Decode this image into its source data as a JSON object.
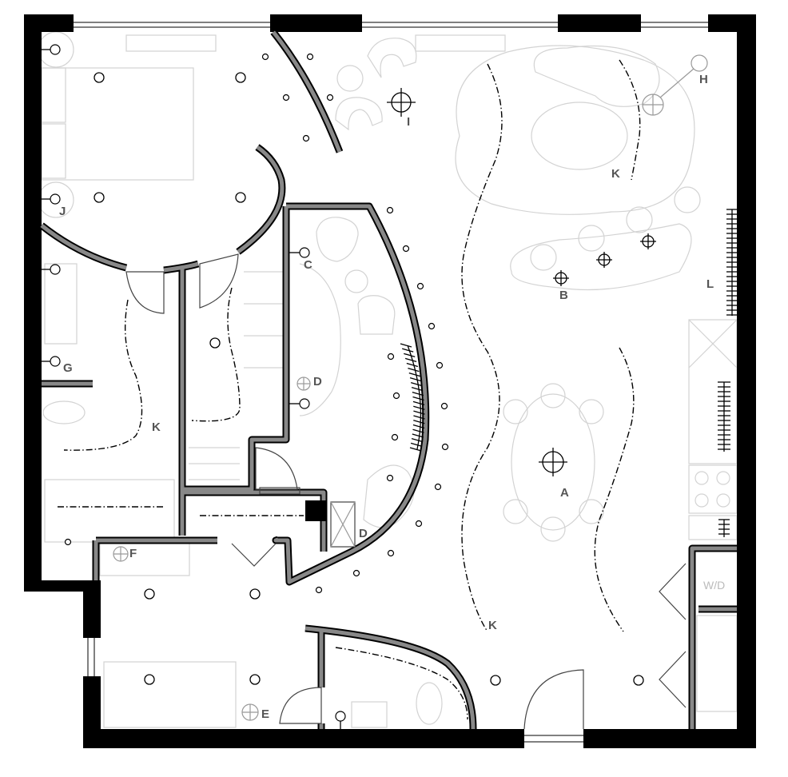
{
  "plan": {
    "labels": {
      "A": "A",
      "B": "B",
      "C": "C",
      "D1": "D",
      "D2": "D",
      "E": "E",
      "F": "F",
      "G": "G",
      "H": "H",
      "I": "I",
      "J": "J",
      "K1": "K",
      "K2": "K",
      "K3": "K",
      "L": "L",
      "WD": "W/D"
    },
    "colors": {
      "exterior_wall": "#000000",
      "interior_wall_fill": "#888888",
      "furniture": "#d3d3d3",
      "label": "#555555"
    },
    "fixture_legend": {
      "A": "large-pendant-icon",
      "B": "pendant-icon",
      "C": "wall-sconce-icon",
      "D": "wall-light-icon",
      "E": "ceiling-fixture-icon",
      "F": "ceiling-fixture-icon",
      "G": "wall-sconce-icon",
      "H": "floor-lamp-icon",
      "I": "pendant-icon",
      "J": "wall-sconce-icon",
      "K": "led-strip-line-icon",
      "L": "led-strip-icon"
    }
  }
}
